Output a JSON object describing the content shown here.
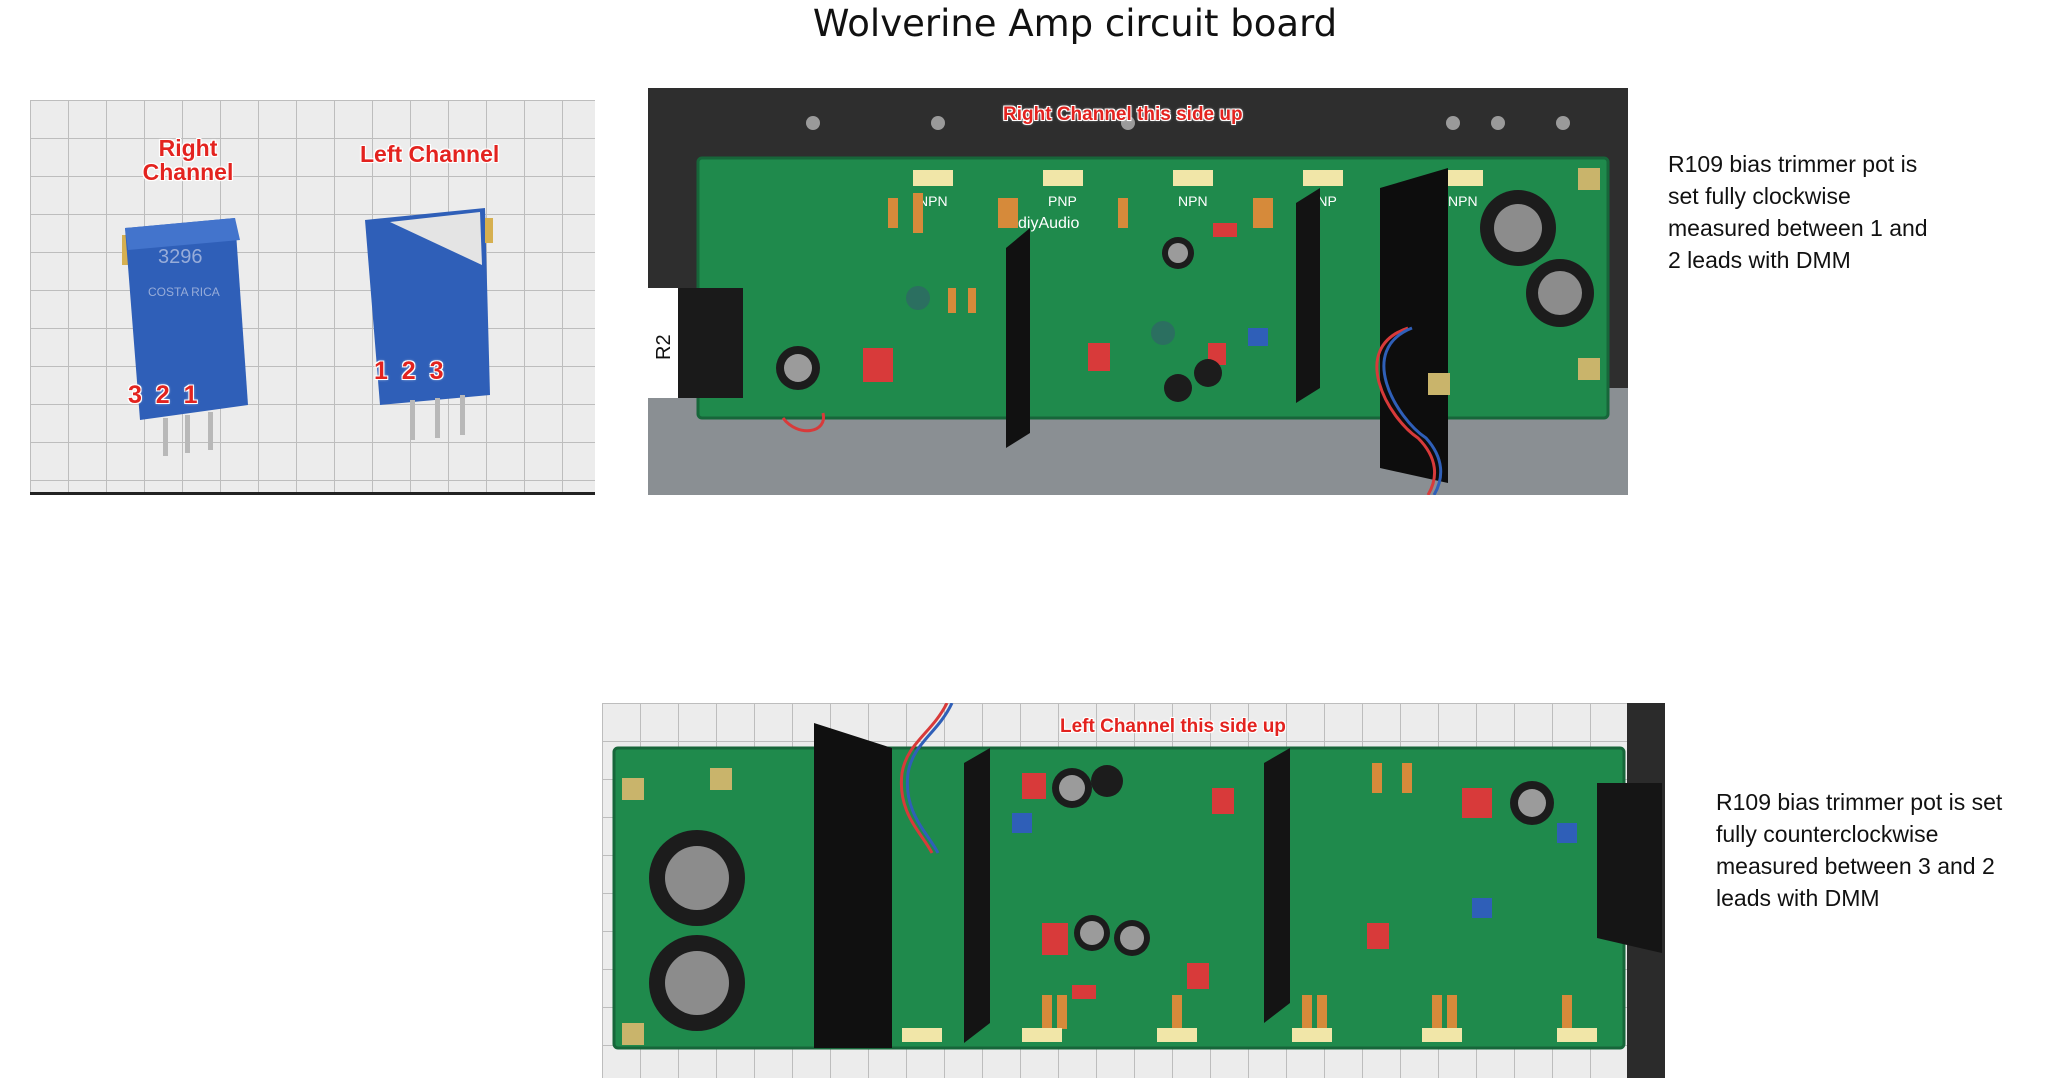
{
  "page": {
    "title": "Wolverine Amp circuit board"
  },
  "trimmer_photo": {
    "right_label": "Right\nChannel",
    "left_label": "Left Channel",
    "right_pins": "3  2  1",
    "left_pins": "1  2  3",
    "pot_marking_1": "3296",
    "pot_marking_2": "COSTA RICA"
  },
  "right_board": {
    "orientation_label": "Right Channel this side up",
    "silk_npn": "NPN",
    "silk_pnp": "PNP",
    "silk_brand": "diyAudio",
    "resistor_tag": "R2",
    "note": "R109 bias trimmer pot is\nset fully  clockwise\nmeasured between 1 and\n2 leads with DMM"
  },
  "left_board": {
    "orientation_label": "Left Channel this side up",
    "note": "R109 bias trimmer pot is set\nfully  counterclockwise\nmeasured between 3 and 2\nleads with DMM"
  },
  "colors": {
    "pcb_green": "#1f8a4c",
    "label_red": "#e3231f",
    "pot_blue": "#2f5fb8"
  }
}
